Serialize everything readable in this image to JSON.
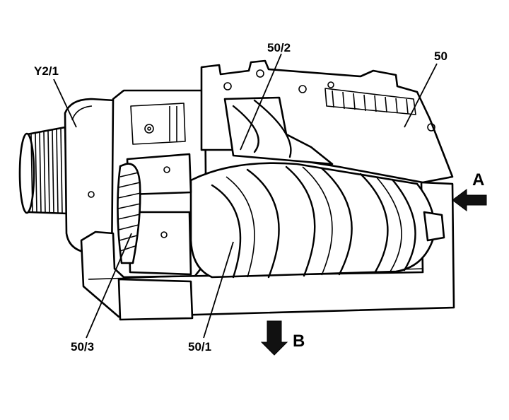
{
  "labels": {
    "solenoid": "Y2/1",
    "housing_top": "50/2",
    "supercharger": "50",
    "intake": "A",
    "gear": "50/3",
    "rotor": "50/1",
    "outlet": "B"
  }
}
